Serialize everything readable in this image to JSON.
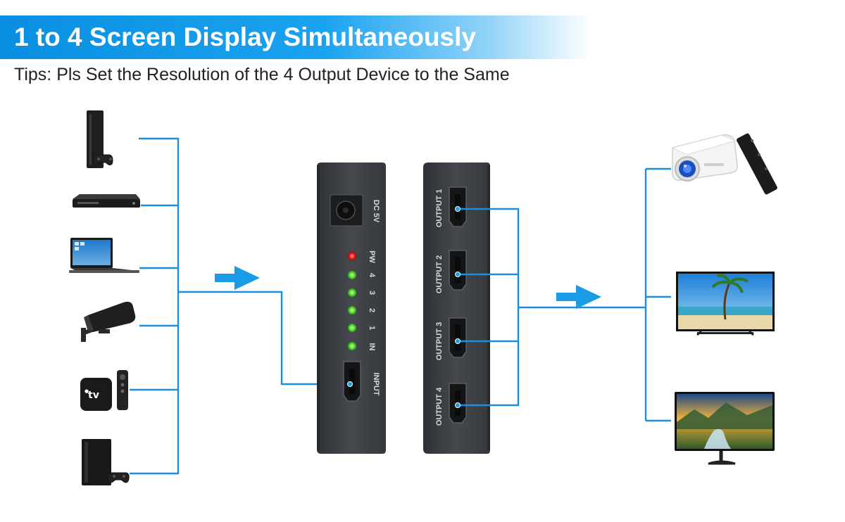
{
  "header": {
    "title": "1 to 4 Screen Display Simultaneously",
    "tips": "Tips: Pls Set the Resolution of the 4 Output Device to the Same"
  },
  "input_panel": {
    "power_label": "DC 5V",
    "led_labels": [
      "PW",
      "4",
      "3",
      "2",
      "1",
      "IN"
    ],
    "port_label": "INPUT"
  },
  "output_panel": {
    "port_labels": [
      "OUTPUT 1",
      "OUTPUT 2",
      "OUTPUT 3",
      "OUTPUT 4"
    ]
  },
  "source_devices": [
    "game-console-icon",
    "dvd-player-icon",
    "laptop-icon",
    "security-camera-icon",
    "apple-tv-icon",
    "playstation-icon"
  ],
  "output_devices": [
    "projector-icon",
    "tv-icon",
    "monitor-icon"
  ],
  "apple_tv_label": "tv",
  "colors": {
    "accent": "#1a9be6",
    "line": "#1a8fe0",
    "panel": "#3b3e42",
    "led_green": "#5be33a",
    "led_red": "#ff2a2a"
  }
}
